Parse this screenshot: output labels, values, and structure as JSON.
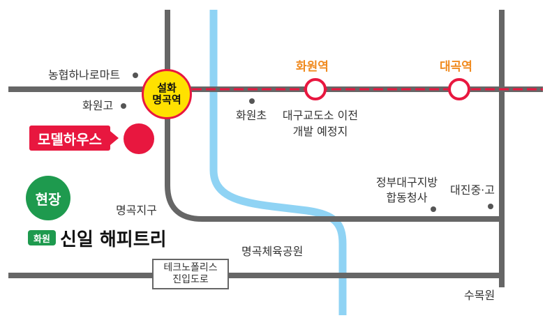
{
  "labels": {
    "nonghyup": "농협하나로마트",
    "hwawon_go": "화원고",
    "hwawon_cho": "화원초",
    "correctional_1": "대구교도소 이전",
    "correctional_2": "개발 예정지",
    "gov_1": "정부대구지방",
    "gov_2": "합동청사",
    "daejin": "대진중·고",
    "myeonggok_district": "명곡지구",
    "myeonggok_sports": "명곡체육공원",
    "sumokwon": "수목원"
  },
  "stations": {
    "main_line1": "설화",
    "main_line2": "명곡역",
    "hwawon": "화원역",
    "daegok": "대곡역"
  },
  "badges": {
    "model_house": "모델하우스",
    "site": "현장",
    "brand_tag": "화원",
    "brand_name": "신일 해피트리"
  },
  "road_box": {
    "line1": "테크노폴리스",
    "line2": "진입도로"
  },
  "colors": {
    "road": "#666666",
    "river": "#8fd3f4",
    "subway": "#e8173f",
    "station_orange": "#f08a1e",
    "accent_green": "#1e9a4e",
    "station_yellow": "#ffe100"
  }
}
